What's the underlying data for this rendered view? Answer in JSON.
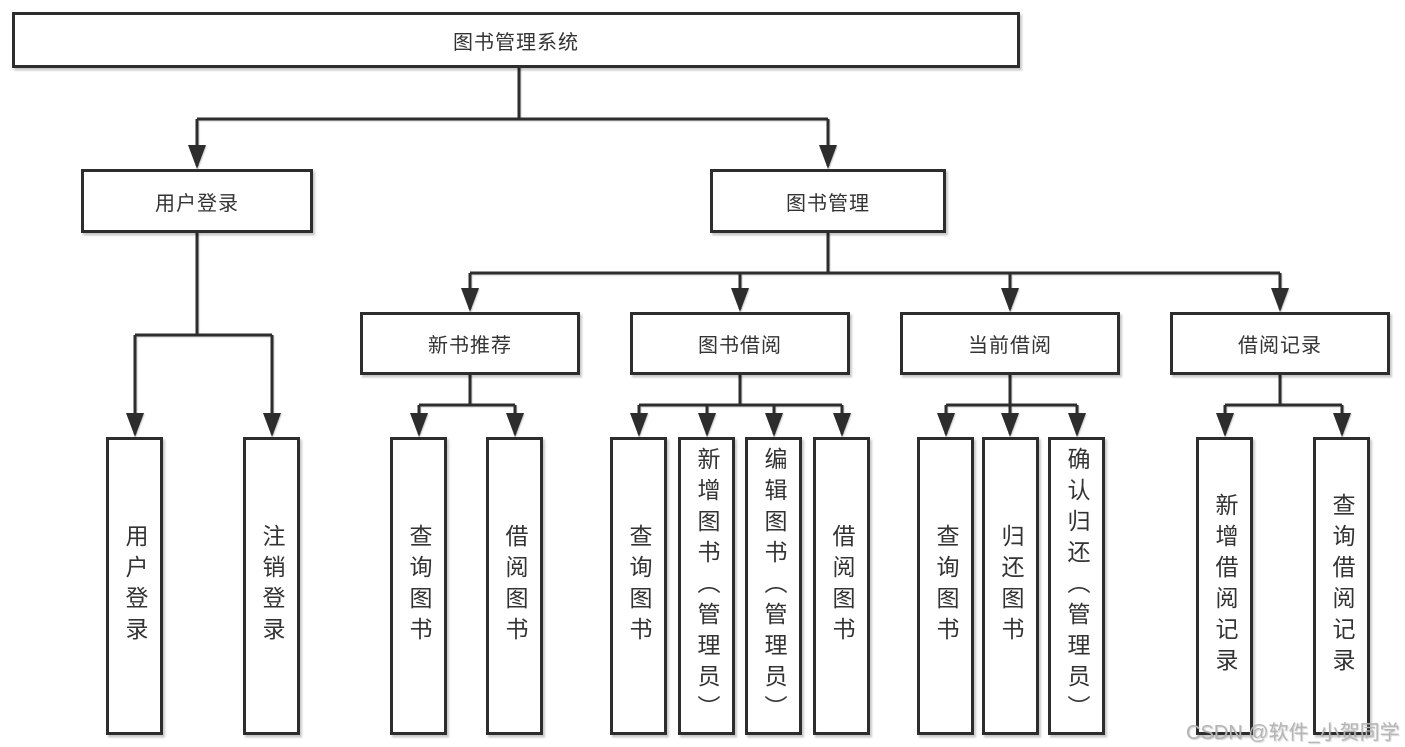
{
  "diagram": {
    "root_label": "图书管理系统",
    "user_branch": {
      "label": "用户登录",
      "children": [
        "用户登录",
        "注销登录"
      ]
    },
    "book_branch": {
      "label": "图书管理",
      "sections": [
        {
          "label": "新书推荐",
          "children": [
            "查询图书",
            "借阅图书"
          ]
        },
        {
          "label": "图书借阅",
          "children": [
            "查询图书",
            "新增图书（管理员）",
            "编辑图书（管理员）",
            "借阅图书"
          ]
        },
        {
          "label": "当前借阅",
          "children": [
            "查询图书",
            "归还图书",
            "确认归还（管理员）"
          ]
        },
        {
          "label": "借阅记录",
          "children": [
            "新增借阅记录",
            "查询借阅记录"
          ]
        }
      ]
    },
    "colors": {
      "line": "#2d2d2d",
      "box_border": "#2d2d2d",
      "box_fill": "#ffffff",
      "text": "#333333",
      "watermark": "#b5b5b5"
    }
  },
  "watermark": {
    "text": "CSDN @软件_小贺同学"
  }
}
